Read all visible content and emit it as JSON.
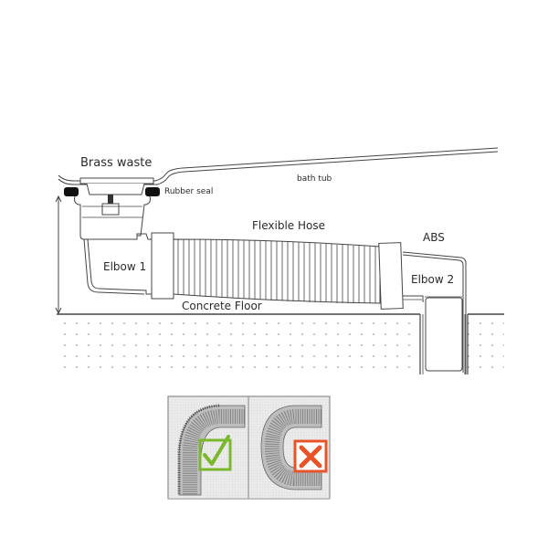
{
  "diagram": {
    "type": "bath waste installation cross-section",
    "labels": {
      "brass_waste": "Brass waste",
      "rubber_seal": "Rubber seal",
      "bath_tub": "bath tub",
      "flexible_hose": "Flexible Hose",
      "abs": "ABS",
      "elbow_1": "Elbow 1",
      "elbow_2": "Elbow 2",
      "concrete_floor": "Concrete Floor"
    },
    "colors": {
      "line": "#444444",
      "seal": "#111111",
      "floor_dot": "#9a9a9a",
      "check": "#7cb82f",
      "cross": "#e8542a",
      "panel_bg": "#ececec"
    }
  },
  "bend_guide": {
    "panels": [
      {
        "name": "correct-bend",
        "status": "ok",
        "icon": "check-icon"
      },
      {
        "name": "incorrect-bend",
        "status": "not-ok",
        "icon": "cross-icon"
      }
    ]
  }
}
